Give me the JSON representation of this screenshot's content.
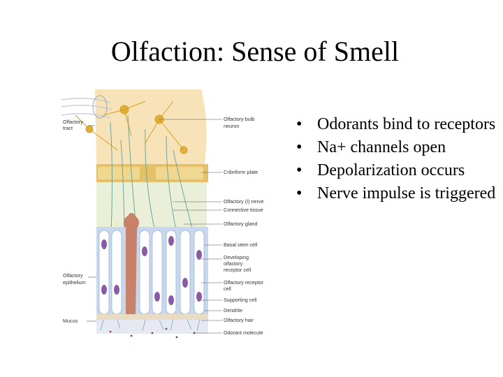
{
  "slide": {
    "title": "Olfaction: Sense of Smell",
    "bullets": [
      "Odorants bind to receptors",
      "Na+ channels open",
      "Depolarization occurs",
      "Nerve impulse is triggered"
    ],
    "bullet_symbol": "•"
  },
  "figure": {
    "left_labels": [
      "Olfactory",
      "tract",
      "Olfactory",
      "epithelium",
      "Mucus"
    ],
    "right_labels": [
      "Olfactory bulb",
      "neuron",
      "Cribriform plate",
      "Olfactory (I) nerve",
      "Connective tissue",
      "Olfactory gland",
      "Basal stem cell",
      "Developing",
      "olfactory",
      "receptor cell",
      "Olfactory receptor",
      "cell",
      "Supporting cell",
      "Dendrite",
      "Olfactory hair",
      "Odorant molecule"
    ]
  },
  "colors": {
    "bulb": "#f8e3b8",
    "bone": "#e3c06a",
    "tissue": "#eaf0d8",
    "cells": "#c7d8ee",
    "nuclei": "#8a5aa6",
    "gland": "#c9826a",
    "neuron": "#e0b040",
    "nerve": "#6aa6a0"
  }
}
